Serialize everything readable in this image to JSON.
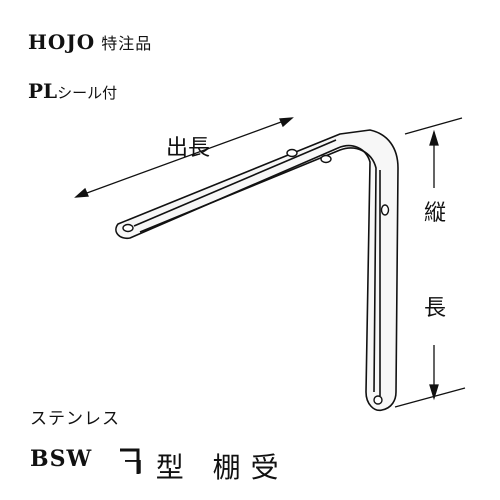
{
  "brand": {
    "name": "HOJO",
    "note": "特注品"
  },
  "seal": {
    "prefix": "PL",
    "text": "シール付"
  },
  "material": "ステンレス",
  "model": "BSW",
  "product_title": "ㄱ型 棚受",
  "dimensions": {
    "depth_label": "出長",
    "height_char_1": "縦",
    "height_char_2": "長"
  }
}
